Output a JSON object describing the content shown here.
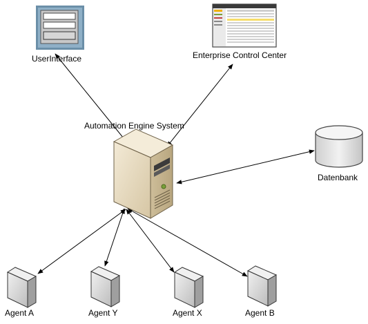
{
  "nodes": {
    "user_interface": {
      "label": "UserInterface",
      "icon": "window-form-icon"
    },
    "ecc": {
      "label": "Enterprise Control Center",
      "icon": "spreadsheet-window-icon"
    },
    "ae_system": {
      "label": "Automation Engine System",
      "icon": "server-tower-icon"
    },
    "database": {
      "label": "Datenbank",
      "icon": "database-cylinder-icon"
    },
    "agent_a": {
      "label": "Agent A",
      "icon": "agent-box-icon"
    },
    "agent_y": {
      "label": "Agent Y",
      "icon": "agent-box-icon"
    },
    "agent_x": {
      "label": "Agent X",
      "icon": "agent-box-icon"
    },
    "agent_b": {
      "label": "Agent B",
      "icon": "agent-box-icon"
    }
  },
  "edges": [
    {
      "from": "user_interface",
      "to": "ae_system",
      "direction": "both"
    },
    {
      "from": "ecc",
      "to": "ae_system",
      "direction": "both"
    },
    {
      "from": "ae_system",
      "to": "database",
      "direction": "both"
    },
    {
      "from": "ae_system",
      "to": "agent_a",
      "direction": "both"
    },
    {
      "from": "ae_system",
      "to": "agent_y",
      "direction": "both"
    },
    {
      "from": "ae_system",
      "to": "agent_x",
      "direction": "both"
    },
    {
      "from": "ae_system",
      "to": "agent_b",
      "direction": "both"
    }
  ],
  "colors": {
    "line": "#000000",
    "server_body": "#e8dcc4",
    "server_side": "#c9b896",
    "window_frame": "#6b8fa8",
    "agent_face": "#d8d8d8",
    "db_body": "#e4e4e4"
  }
}
